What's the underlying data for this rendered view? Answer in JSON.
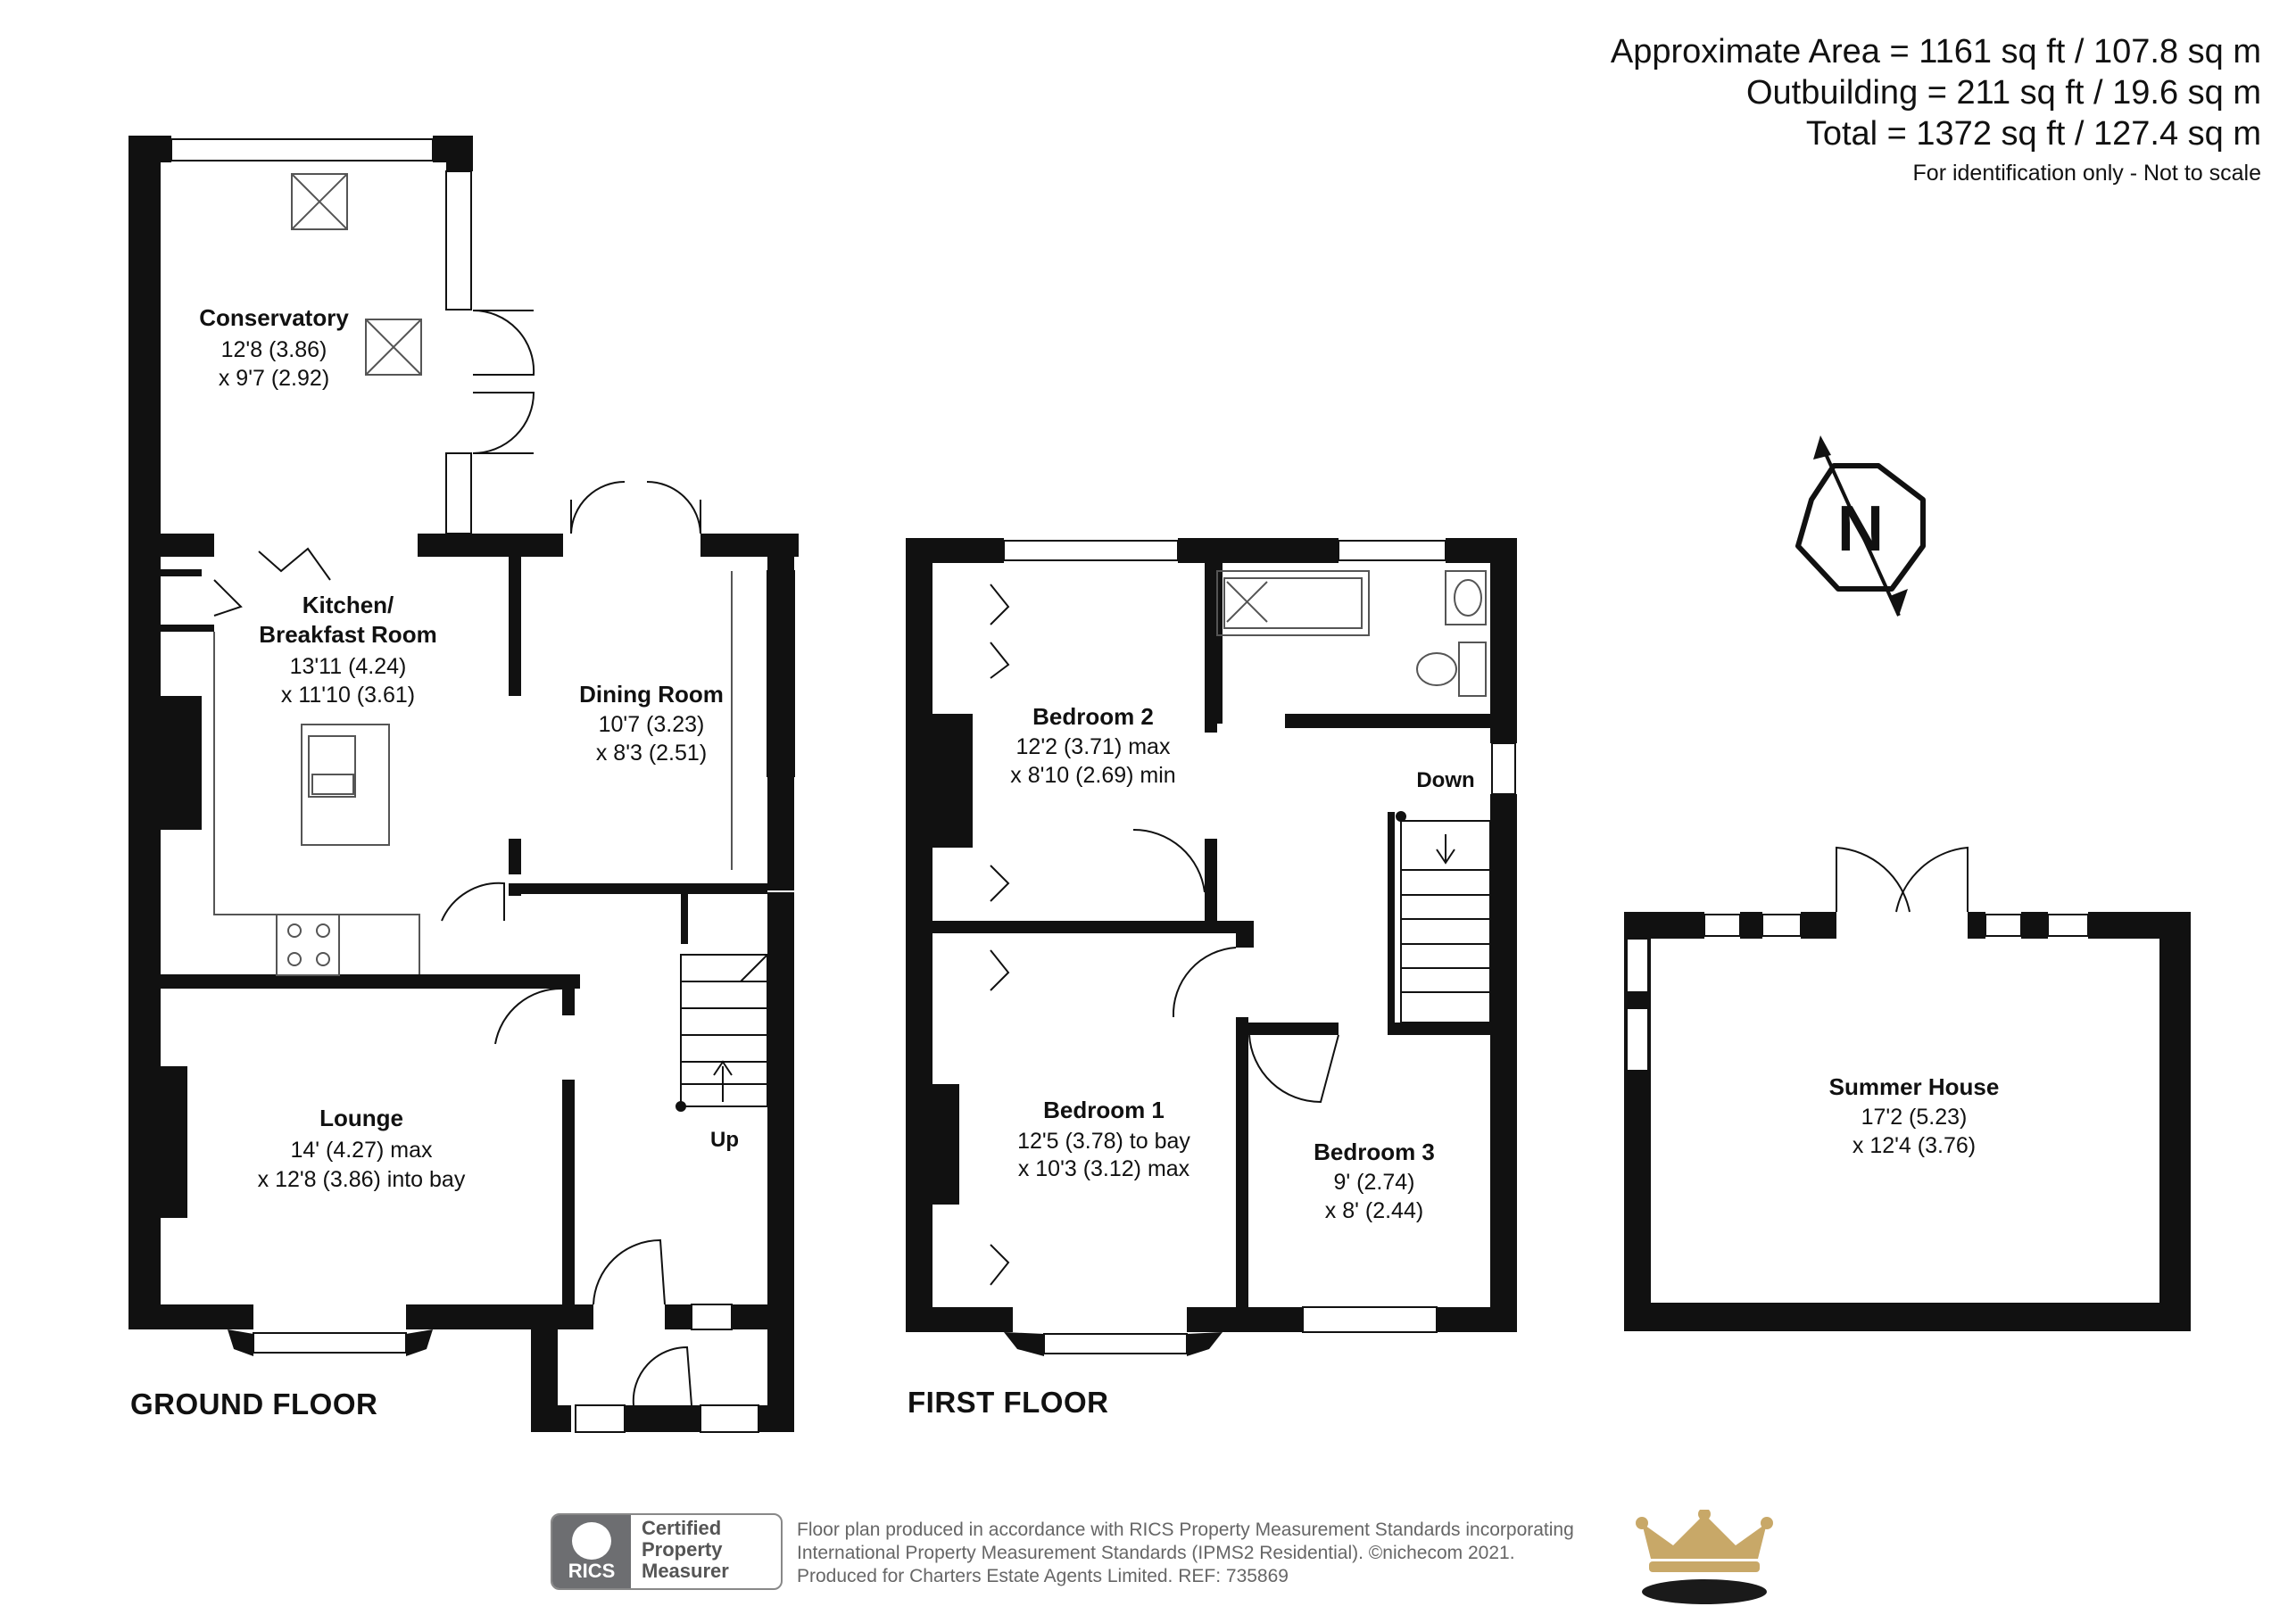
{
  "summary": {
    "approximate_area": "Approximate Area = 1161 sq ft / 107.8 sq m",
    "outbuilding": "Outbuilding = 211 sq ft / 19.6 sq m",
    "total": "Total = 1372 sq ft / 127.4 sq m",
    "note": "For identification only - Not to scale"
  },
  "floors": {
    "ground": "GROUND FLOOR",
    "first": "FIRST FLOOR"
  },
  "compass": {
    "letter": "N"
  },
  "rooms": {
    "conservatory": {
      "name": "Conservatory",
      "dim1": "12'8 (3.86)",
      "dim2": "x 9'7 (2.92)"
    },
    "kitchen": {
      "name1": "Kitchen/",
      "name2": "Breakfast Room",
      "dim1": "13'11 (4.24)",
      "dim2": "x 11'10 (3.61)"
    },
    "dining": {
      "name": "Dining Room",
      "dim1": "10'7 (3.23)",
      "dim2": "x 8'3 (2.51)"
    },
    "lounge": {
      "name": "Lounge",
      "dim1": "14' (4.27) max",
      "dim2": "x 12'8 (3.86) into bay"
    },
    "bedroom2": {
      "name": "Bedroom 2",
      "dim1": "12'2 (3.71) max",
      "dim2": "x 8'10 (2.69) min"
    },
    "bedroom1": {
      "name": "Bedroom 1",
      "dim1": "12'5 (3.78) to bay",
      "dim2": "x 10'3 (3.12) max"
    },
    "bedroom3": {
      "name": "Bedroom 3",
      "dim1": "9' (2.74)",
      "dim2": "x 8' (2.44)"
    },
    "summer": {
      "name": "Summer House",
      "dim1": "17'2 (5.23)",
      "dim2": "x 12'4 (3.76)"
    }
  },
  "stairs": {
    "up": "Up",
    "down": "Down"
  },
  "badge": {
    "line1": "Certified",
    "line2": "Property",
    "line3": "Measurer",
    "brand": "RICS"
  },
  "footer": {
    "line1": "Floor plan produced in accordance with RICS Property Measurement Standards incorporating",
    "line2": "International Property Measurement Standards (IPMS2 Residential).  ©nichecom 2021.",
    "line3": "Produced for Charters Estate Agents Limited.   REF:  735869"
  },
  "colors": {
    "wall": "#111111",
    "crown_gold": "#c8a868",
    "crown_dark": "#1a1a1a"
  }
}
